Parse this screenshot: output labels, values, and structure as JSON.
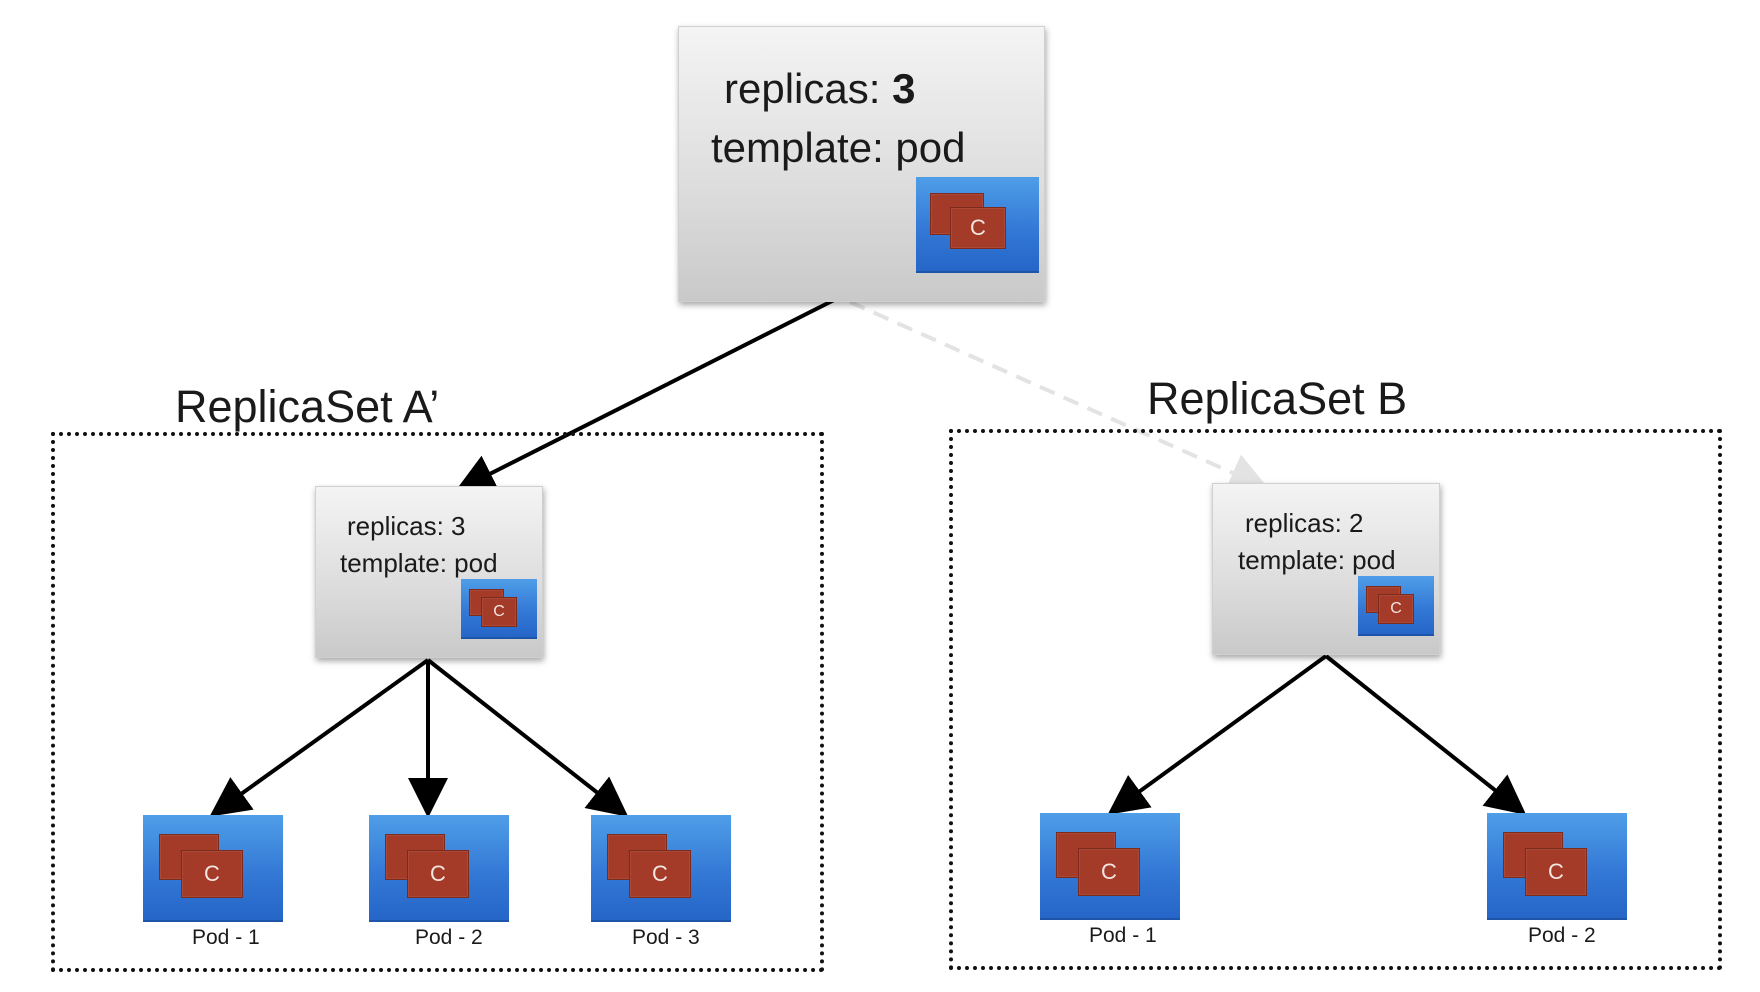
{
  "deployment": {
    "replicas_label": "replicas:",
    "replicas_value": "3",
    "template_label": "template: pod",
    "container_letter": "C"
  },
  "replicaset_a": {
    "title": "ReplicaSet A’",
    "replicas_text": "replicas: 3",
    "template_text": "template: pod",
    "container_letter": "C",
    "pods": [
      {
        "label": "Pod - 1",
        "container_letter": "C"
      },
      {
        "label": "Pod - 2",
        "container_letter": "C"
      },
      {
        "label": "Pod - 3",
        "container_letter": "C"
      }
    ]
  },
  "replicaset_b": {
    "title": "ReplicaSet B",
    "replicas_text": "replicas: 2",
    "template_text": "template: pod",
    "container_letter": "C",
    "pods": [
      {
        "label": "Pod - 1",
        "container_letter": "C"
      },
      {
        "label": "Pod - 2",
        "container_letter": "C"
      }
    ]
  },
  "colors": {
    "pod_blue": "#3479d6",
    "container_red": "#a43a28",
    "arrow": "#000000",
    "arrow_inactive": "#e3e3e3"
  }
}
